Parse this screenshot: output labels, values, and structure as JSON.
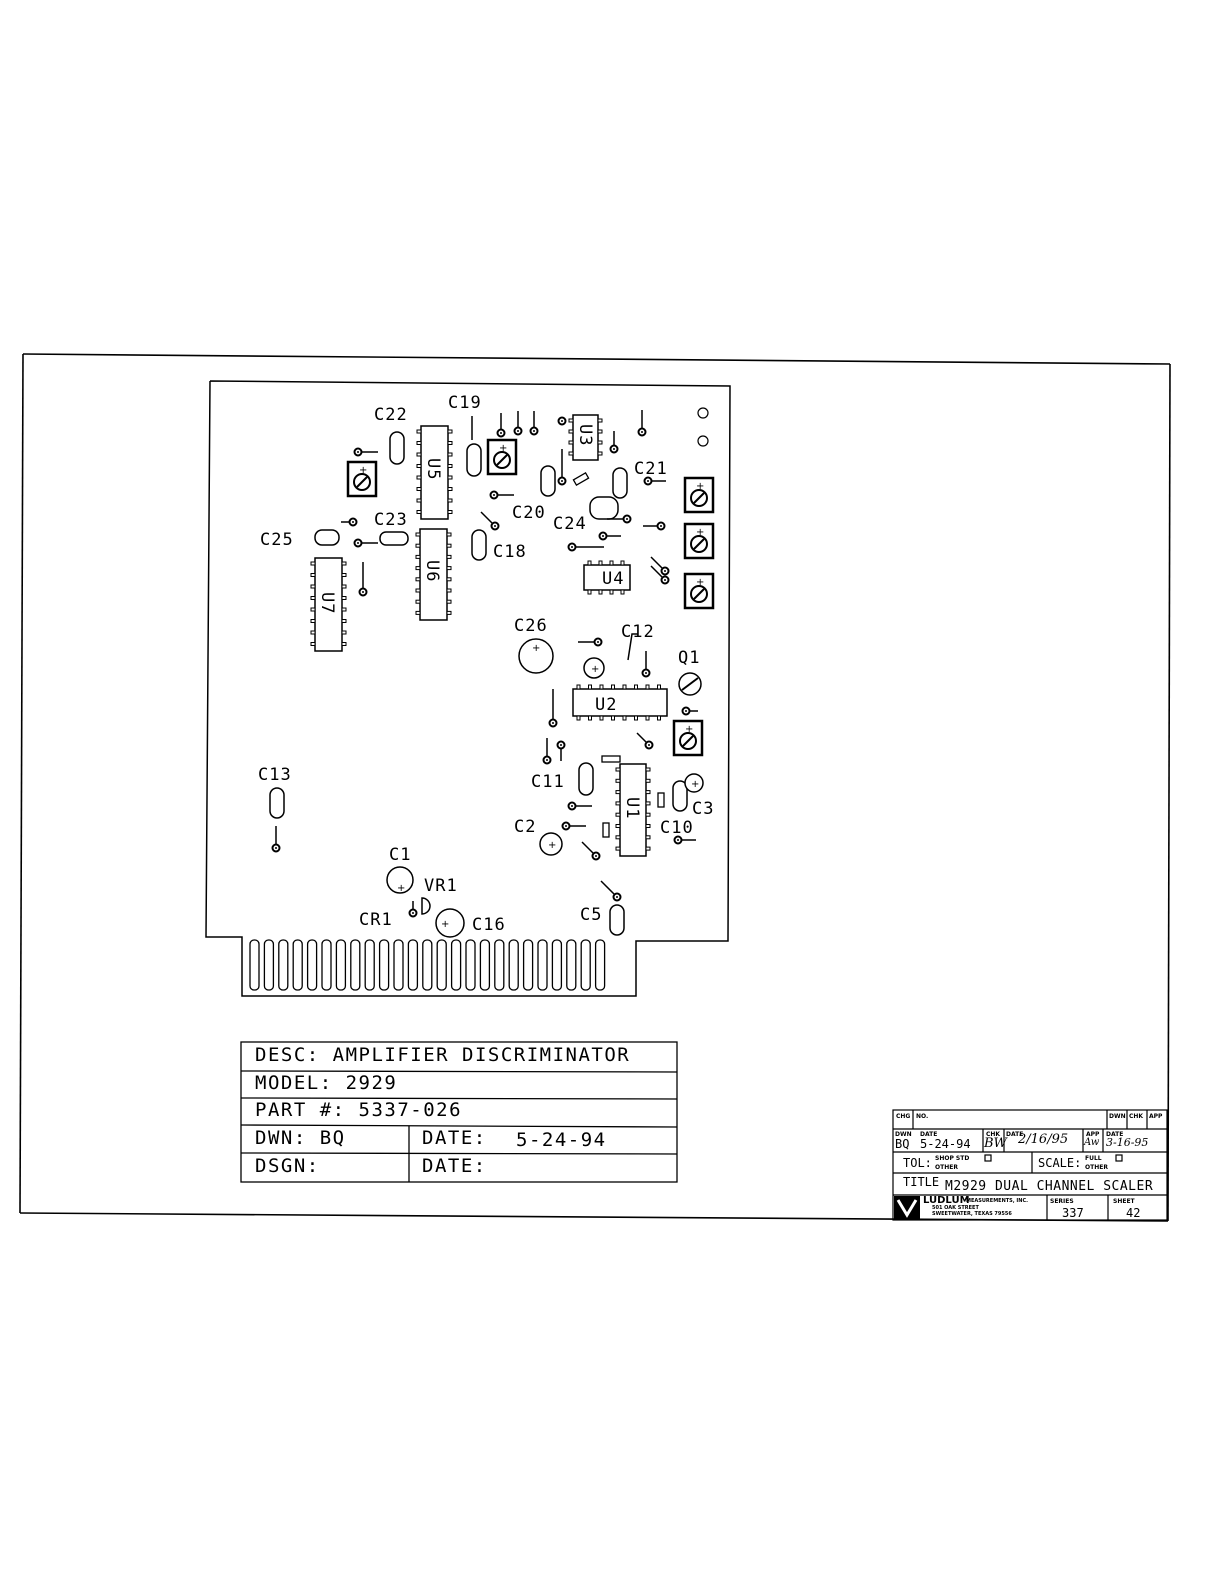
{
  "components": {
    "c22": "C22",
    "c19": "C19",
    "c21": "C21",
    "c20": "C20",
    "c23": "C23",
    "c24": "C24",
    "c25": "C25",
    "c18": "C18",
    "c26": "C26",
    "c12": "C12",
    "q1": "Q1",
    "c13": "C13",
    "c11": "C11",
    "c3": "C3",
    "c2": "C2",
    "c10": "C10",
    "c1": "C1",
    "vr1": "VR1",
    "cr1": "CR1",
    "c16": "C16",
    "c5": "C5",
    "u1": "U1",
    "u2": "U2",
    "u3": "U3",
    "u4": "U4",
    "u5": "U5",
    "u6": "U6",
    "u7": "U7"
  },
  "desc_block": {
    "desc": "DESC: AMPLIFIER DISCRIMINATOR",
    "model": "MODEL: 2929",
    "part": "PART #:  5337-026",
    "dwn": "DWN: BQ",
    "date_label": "DATE:",
    "date_value": "5-24-94",
    "dsgn": "DSGN:",
    "date2_label": "DATE:"
  },
  "title_block": {
    "chg": "CHG",
    "no": "NO.",
    "dwn": "DWN",
    "chk": "CHK",
    "app": "APP",
    "dwn2": "DWN",
    "date": "DATE",
    "dwn_value": "BQ",
    "date_value": "5-24-94",
    "chk2": "CHK",
    "date2": "DATE",
    "chk_hand": "BW",
    "chk_date_hand": "2/16/95",
    "app2": "APP",
    "app_hand": "Aw",
    "date3": "DATE",
    "app_date_hand": "3-16-95",
    "tol": "TOL:",
    "shop_std": "SHOP STD",
    "other": "OTHER",
    "scale": "SCALE:",
    "full": "FULL",
    "other2": "OTHER",
    "title_label": "TITLE",
    "title_value": "M2929 DUAL CHANNEL SCALER",
    "company": "LUDLUM",
    "company_sub": "MEASUREMENTS, INC.",
    "address1": "501 OAK STREET",
    "address2": "SWEETWATER, TEXAS 79556",
    "series_label": "SERIES",
    "series_value": "337",
    "sheet_label": "SHEET",
    "sheet_value": "42"
  }
}
